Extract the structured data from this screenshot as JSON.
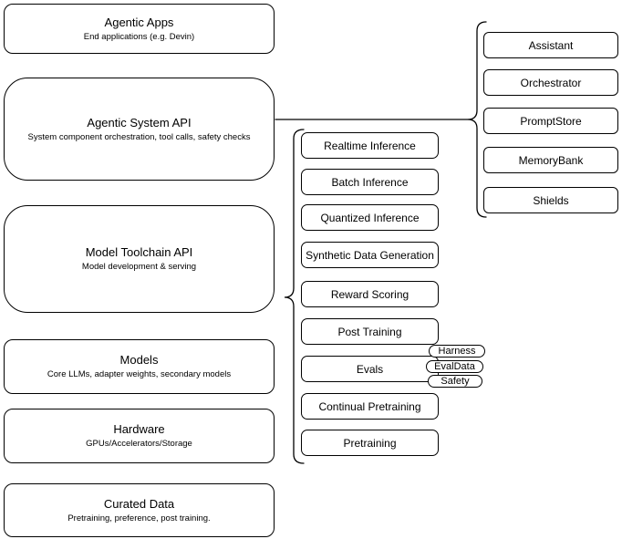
{
  "diagram": {
    "stack": [
      {
        "label": "Agentic Apps",
        "sublabel": "End applications (e.g. Devin)"
      },
      {
        "label": "Agentic System API",
        "sublabel": "System component orchestration, tool calls, safety checks"
      },
      {
        "label": "Model Toolchain API",
        "sublabel": "Model development & serving"
      },
      {
        "label": "Models",
        "sublabel": "Core LLMs, adapter weights, secondary models"
      },
      {
        "label": "Hardware",
        "sublabel": "GPUs/Accelerators/Storage"
      },
      {
        "label": "Curated Data",
        "sublabel": "Pretraining, preference, post training."
      }
    ],
    "toolchain_services": [
      {
        "label": "Realtime Inference"
      },
      {
        "label": "Batch Inference"
      },
      {
        "label": "Quantized Inference"
      },
      {
        "label": "Synthetic Data Generation"
      },
      {
        "label": "Reward Scoring"
      },
      {
        "label": "Post Training"
      },
      {
        "label": "Evals"
      },
      {
        "label": "Continual Pretraining"
      },
      {
        "label": "Pretraining"
      }
    ],
    "evals_tags": [
      {
        "label": "Harness"
      },
      {
        "label": "EvalData"
      },
      {
        "label": "Safety"
      }
    ],
    "system_components": [
      {
        "label": "Assistant"
      },
      {
        "label": "Orchestrator"
      },
      {
        "label": "PromptStore"
      },
      {
        "label": "MemoryBank"
      },
      {
        "label": "Shields"
      }
    ],
    "colors": {
      "stroke": "#000000",
      "fill": "#ffffff",
      "text": "#000000"
    }
  }
}
